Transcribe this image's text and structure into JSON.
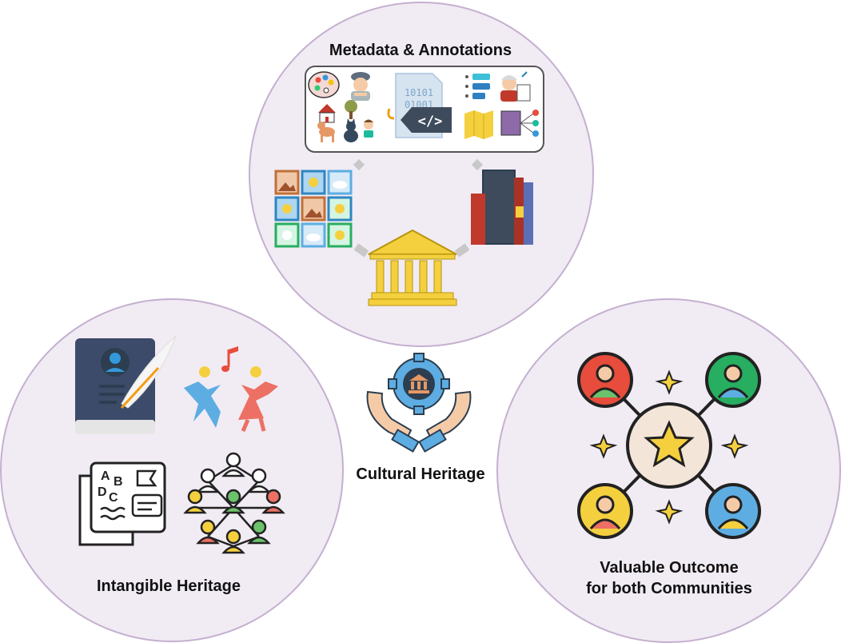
{
  "top_circle": {
    "title": "Metadata & Annotations"
  },
  "left_circle": {
    "title": "Intangible Heritage"
  },
  "right_circle": {
    "line1": "Valuable Outcome",
    "line2": "for both Communities"
  },
  "center": {
    "title": "Cultural Heritage"
  },
  "icons": {
    "top": [
      "palette-icon",
      "painter-icon",
      "tree-icon",
      "house-icon",
      "dog-icon",
      "cat-icon",
      "boy-icon",
      "binary-file-icon",
      "code-tag-icon",
      "list-icon",
      "teacher-icon",
      "map-icon",
      "book-network-icon",
      "photo-gallery-icon",
      "books-icon",
      "museum-icon"
    ],
    "left": [
      "biography-book-icon",
      "dancers-icon",
      "language-book-icon",
      "people-network-icon"
    ],
    "right": [
      "star-community-icon"
    ],
    "center": [
      "heritage-gear-hands-icon"
    ]
  },
  "colors": {
    "circle_fill": "#f1ebf4",
    "circle_border": "#c4b0cf",
    "gold": "#e8c46a"
  }
}
